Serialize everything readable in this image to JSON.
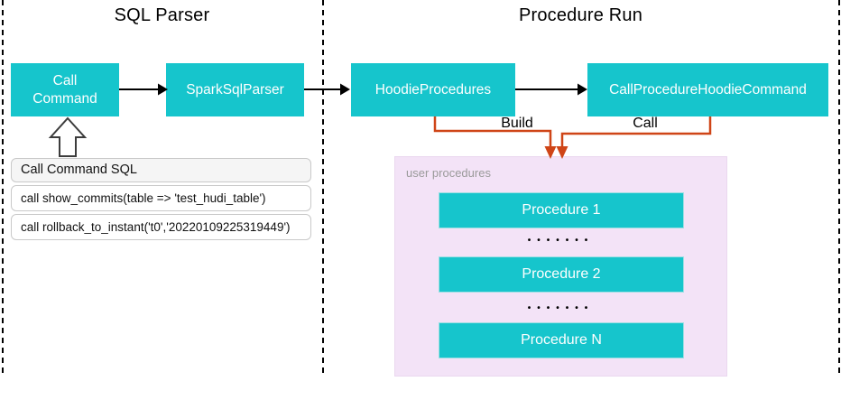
{
  "sections": {
    "left_title": "SQL Parser",
    "right_title": "Procedure Run"
  },
  "nodes": {
    "call_command": "Call Command",
    "spark_sql_parser": "SparkSqlParser",
    "hoodie_procedures": "HoodieProcedures",
    "call_procedure_hoodie_command": "CallProcedureHoodieCommand"
  },
  "edges": {
    "build_label": "Build",
    "call_label": "Call"
  },
  "sql_table": {
    "header": "Call Command SQL",
    "rows": [
      "call show_commits(table => 'test_hudi_table')",
      "call rollback_to_instant('t0','20220109225319449')"
    ]
  },
  "user_procedures": {
    "label": "user procedures",
    "items": [
      "Procedure 1",
      "Procedure 2",
      "Procedure N"
    ],
    "ellipsis": "•••••••"
  },
  "colors": {
    "teal": "#16c5cc",
    "orange": "#cf4517",
    "purple_bg": "#f3e3f7",
    "table_header_bg": "#f5f5f5"
  }
}
